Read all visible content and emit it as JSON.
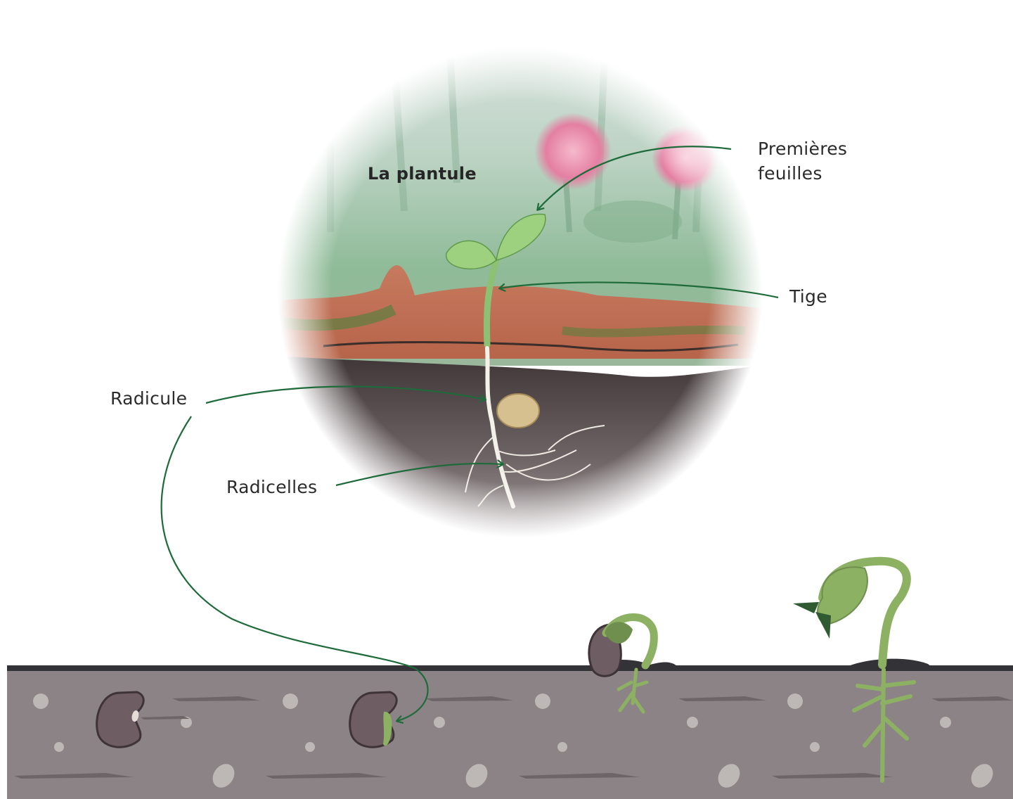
{
  "title": "La plantule",
  "labels": {
    "leaves_line1": "Premières",
    "leaves_line2": "feuilles",
    "stem": "Tige",
    "radicle": "Radicule",
    "rootlets": "Radicelles"
  },
  "colors": {
    "arrow": "#1e6b3a",
    "soil": "#8c8386",
    "soil_line": "#333237",
    "seed": "#6e5e63",
    "sprout": "#8cb163"
  }
}
